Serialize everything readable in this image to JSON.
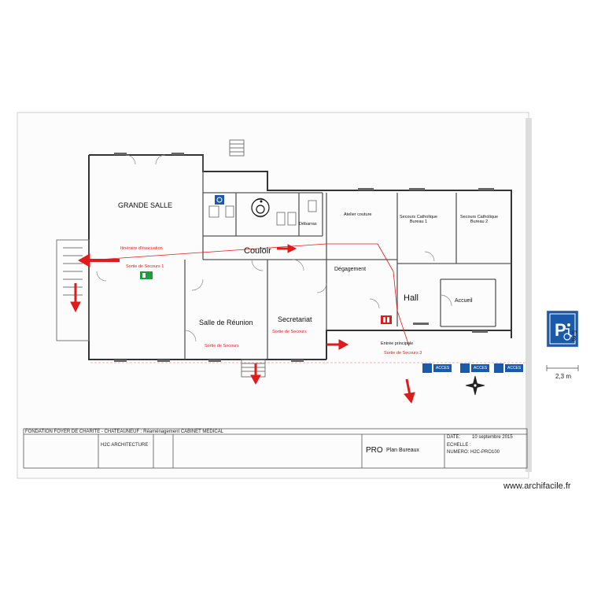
{
  "rooms": {
    "grande_salle": "GRANDE SALLE",
    "couloir": "Couloir",
    "salle_reunion": "Salle de Réunion",
    "secretariat": "Secretariat",
    "degagement": "Dégagement",
    "hall": "Hall",
    "accueil": "Accueil",
    "atelier": "Atelier couture",
    "secours1": "Secours Catholique\nBureau 1",
    "secours2": "Secours Catholique\nBureau 2",
    "debarras": "Débarras",
    "entree": "Entrée principale"
  },
  "evacuation": {
    "itineraire": "Itinéraire d'évacuation",
    "sortie1": "Sortie de Secours 1",
    "sortie_reunion": "Sortie de Secours",
    "sortie_secretariat": "Sortie de Secours",
    "sortie3": "Sortie de Secours 3"
  },
  "parking": {
    "acces_label": "ACCES",
    "width_dim": "2,3 m",
    "height_dim": "5 m"
  },
  "title_block": {
    "project": "FONDATION FOYER DE CHARITE - CHATEAUNEUF : Réaménagement CABINET MEDICAL",
    "phase": "PRO",
    "plan": "Plan Bureaux",
    "date_label": "DATE:",
    "date": "10 septembre 2015",
    "echelle": "ECHELLE :",
    "numero": "NUMERO: H2C-PRO100",
    "architect": "H2C ARCHITECTURE"
  },
  "footer": {
    "site": "www.archifacile.fr"
  },
  "colors": {
    "red": "#e01b1b",
    "blue": "#1a5aa8",
    "green": "#1f9d3a",
    "wall": "#333333"
  }
}
